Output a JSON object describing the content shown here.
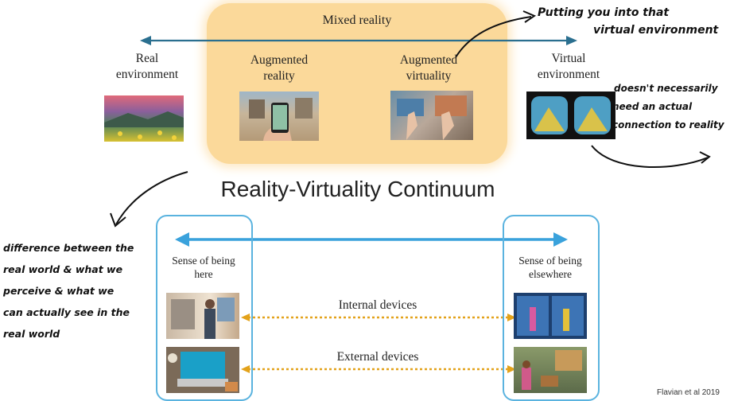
{
  "top_diagram": {
    "mixed_reality": "Mixed reality",
    "stages": {
      "real": [
        "Real",
        "environment"
      ],
      "augmented_reality": [
        "Augmented",
        "reality"
      ],
      "augmented_virtuality": [
        "Augmented",
        "virtuality"
      ],
      "virtual": [
        "Virtual",
        "environment"
      ]
    },
    "title": "Reality-Virtuality Continuum"
  },
  "bottom_diagram": {
    "left_label": [
      "Sense of being",
      "here"
    ],
    "right_label": [
      "Sense of being",
      "elsewhere"
    ],
    "internal": "Internal devices",
    "external": "External devices"
  },
  "annotations": {
    "putting": [
      "Putting you into that",
      "virtual environment"
    ],
    "doesnt": [
      "doesn't necessarily",
      "need an actual",
      "connection to reality"
    ],
    "difference": [
      "difference between the",
      "real world & what we",
      "perceive & what we",
      "can actually see in the",
      "real world"
    ]
  },
  "citation": "Flavian et al 2019",
  "colors": {
    "mixed_box": "#fbd99a",
    "continuum_arrow": "#2a6f8f",
    "bottom_arrow": "#3aa2dc",
    "panel_border": "#5ab3df",
    "device_arrow": "#e3a21a"
  }
}
